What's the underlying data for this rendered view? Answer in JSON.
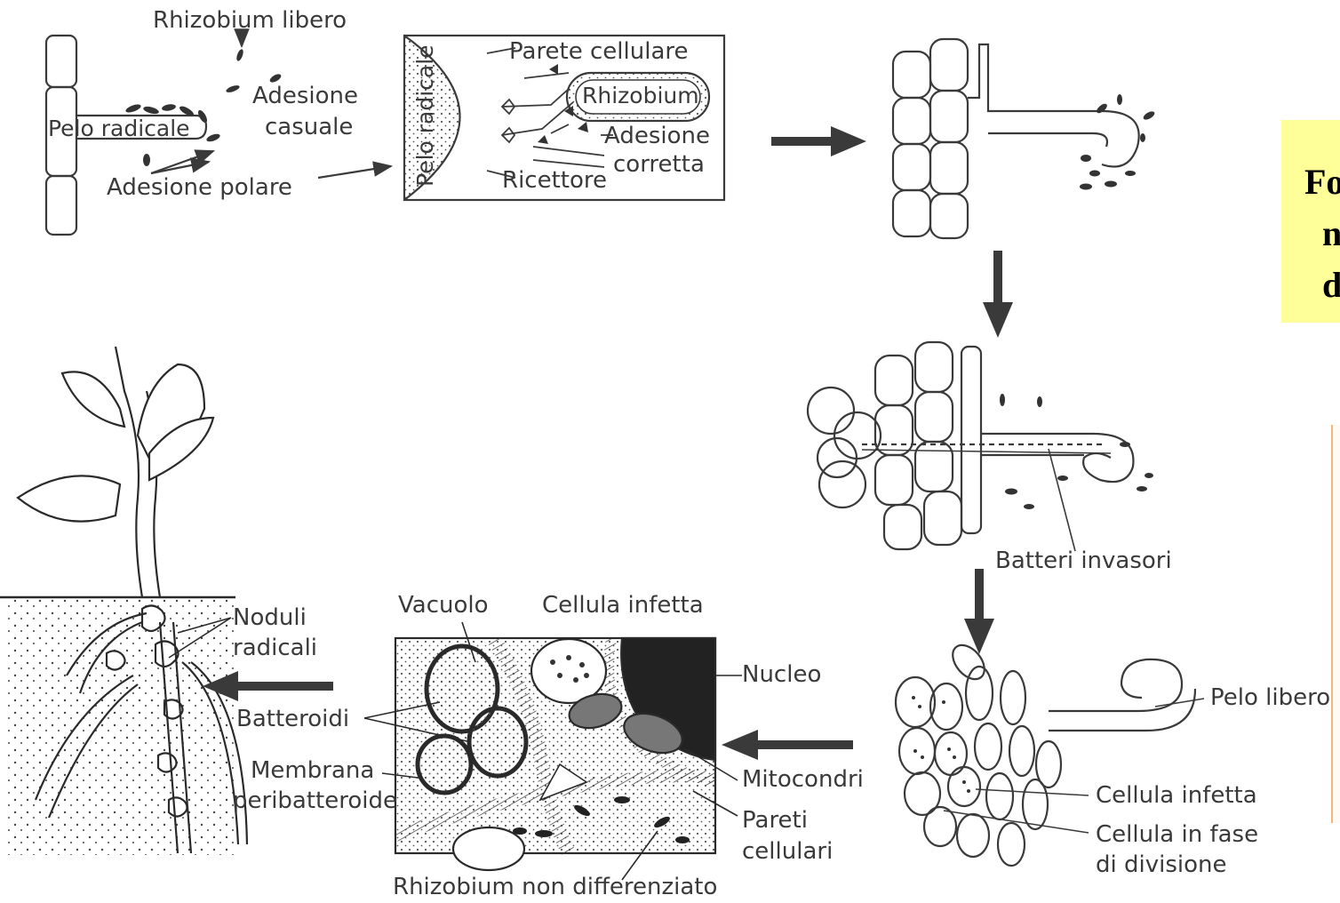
{
  "title_fragments": [
    "Fo",
    "n",
    "d"
  ],
  "labels": {
    "rhizobium_libero": "Rhizobium libero",
    "adesione_casuale_1": "Adesione",
    "adesione_casuale_2": "casuale",
    "pelo_radicale_h": "Pelo radicale",
    "adesione_polare": "Adesione polare",
    "parete_cellulare": "Parete cellulare",
    "rhizobium": "Rhizobium",
    "pelo_radicale_v": "Pelo radicale",
    "adesione_corretta_1": "Adesione",
    "adesione_corretta_2": "corretta",
    "ricettore": "Ricettore",
    "batteri_invasori": "Batteri invasori",
    "pelo_libero": "Pelo libero",
    "cellula_infetta_right": "Cellula infetta",
    "cellula_divisione_1": "Cellula in fase",
    "cellula_divisione_2": "di divisione",
    "vacuolo": "Vacuolo",
    "cellula_infetta_top": "Cellula infetta",
    "nucleo": "Nucleo",
    "mitocondri": "Mitocondri",
    "pareti_cellulari_1": "Pareti",
    "pareti_cellulari_2": "cellulari",
    "rhizobium_non_diff": "Rhizobium non differenziato",
    "noduli_radicali_1": "Noduli",
    "noduli_radicali_2": "radicali",
    "batteroidi": "Batteroidi",
    "membrana_1": "Membrana",
    "membrana_2": "peribatteroide"
  },
  "colors": {
    "line": "#3a3a3a",
    "title_background": "#ffff99",
    "side_panel_border": "#f0b878"
  }
}
